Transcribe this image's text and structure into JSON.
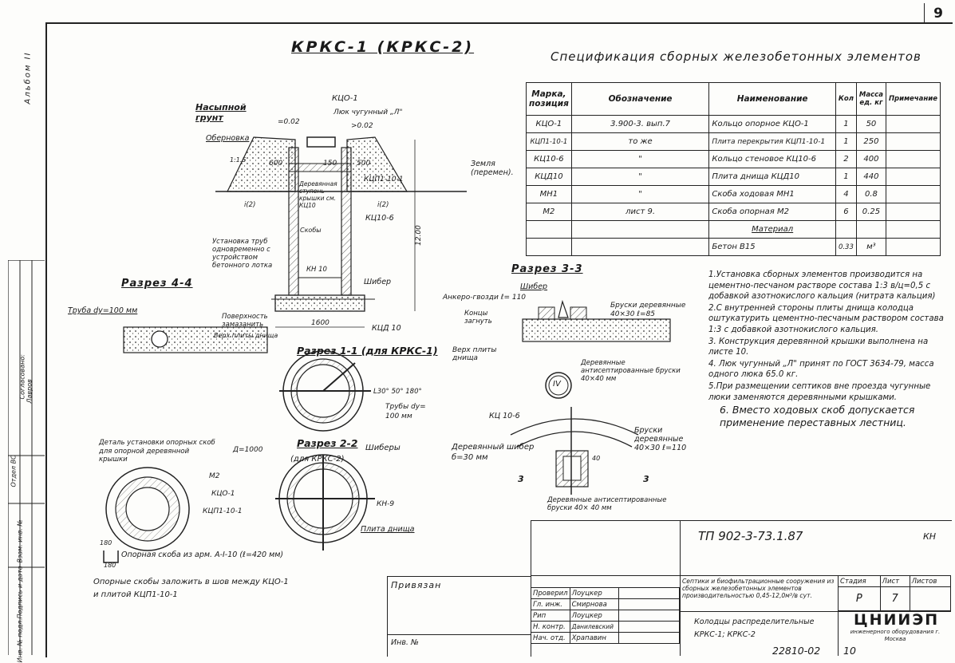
{
  "page_number": "9",
  "main_title": "КРКС-1 (КРКС-2)",
  "spec_title": "Спецификация сборных железобетонных элементов",
  "spec_table": {
    "headers": [
      "Марка, позиция",
      "Обозначение",
      "Наименование",
      "Кол",
      "Масса ед. кг",
      "Примечание"
    ],
    "rows": [
      [
        "КЦО-1",
        "3.900-3. вып.7",
        "Кольцо опорное   КЦО-1",
        "1",
        "50",
        ""
      ],
      [
        "КЦП1-10-1",
        "то же",
        "Плита перекрытия КЦП1-10-1",
        "1",
        "250",
        ""
      ],
      [
        "КЦ10-6",
        "\"",
        "Кольцо стеновое КЦ10-6",
        "2",
        "400",
        ""
      ],
      [
        "КЦД10",
        "\"",
        "Плита днища   КЦД10",
        "1",
        "440",
        ""
      ],
      [
        "МН1",
        "\"",
        "Скоба ходовая   МН1",
        "4",
        "0.8",
        ""
      ],
      [
        "М2",
        "лист 9.",
        "Скоба опорная   М2",
        "6",
        "0.25",
        ""
      ]
    ],
    "material_header": "Материал",
    "material_row": [
      "Бетон   В15",
      "0.33",
      "м³"
    ]
  },
  "notes": [
    "1.Установка сборных элементов производится на цементно-песчаном растворе состава 1:3 в/ц=0,5 с добавкой азотнокислого кальция (нитрата кальция)",
    "2.С внутренней стороны плиты днища колодца оштукатурить цементно-песчаным раствором состава 1:3 с добавкой азотнокислого кальция.",
    "3. Конструкция деревянной крышки выполнена на листе 10.",
    "4. Люк чугунный „Л\" принят по ГОСТ 3634-79, масса одного люка 65.0 кг.",
    "5.При размещении септиков вне проезда чугунные люки заменяются деревянными крышками.",
    "6. Вместо ходовых скоб допускается применение переставных лестниц."
  ],
  "drawing_labels": {
    "nasypnoy_grunt": "Насыпной грунт",
    "kco1": "КЦО-1",
    "luk": "Люк чугунный „Л\"",
    "obernovka": "Оберновка",
    "slope1": "=0.02",
    "slope2": ">0.02",
    "slope3": "1:1.5",
    "dim600": "600",
    "dim500": "500",
    "dim150": "150",
    "kcp": "КЦП1-10-1",
    "zemlya": "Земля (перемен).",
    "derev_stupeni": "Деревянная ступень крышки см. КЦ10",
    "kc106": "КЦ10-6",
    "skoby": "Скобы",
    "i2a": "i(2)",
    "i2b": "i(2)",
    "ustanovka": "Установка труб одновременно с устройством бетонного лотка",
    "kn10": "КН 10",
    "shiber": "Шибер",
    "dim1600": "1600",
    "kcd10": "КЦД 10",
    "dim1200": "12.00",
    "razrez44": "Разрез 4-4",
    "truba": "Труба dу=100 мм",
    "poverhnost": "Поверхность замазанить",
    "verh_plity": "Верх плиты днища",
    "razrez33": "Разрез 3-3",
    "ankera": "Анкеро-гвозди ℓ= 110",
    "koncy": "Концы загнуть",
    "bruski": "Бруски деревянные 40×30 ℓ=85",
    "verh_plity2": "Верх плиты днища",
    "antisept": "Деревянные антисептированные бруски 40×40 мм",
    "iv": "IV",
    "razrez11": "Разрез 1-1 (для КРКС-1)",
    "angles": "L30° 50° 180°",
    "truby": "Трубы dу= 100 мм",
    "detail_title": "Деталь установки опорных скоб для опорной деревянной крышки",
    "m2": "М2",
    "kco1b": "КЦО-1",
    "kcp2": "КЦП1-10-1",
    "d1000": "Д=1000",
    "razrez22": "Разрез 2-2",
    "for_krks2": "(для КРКС-2)",
    "shibery": "Шиберы",
    "kn9": "КН-9",
    "plita_dnishcha": "Плита днища",
    "kc106b": "КЦ 10-6",
    "derev_shiber": "Деревянный шибер б=30 мм",
    "bruski2": "Бруски деревянные 40×30 ℓ=110",
    "antisept2": "Деревянные антисептированные бруски 40× 40 мм",
    "opornaya_skoba": "Опорная скоба из арм. А-I-10 (ℓ=420 мм)",
    "note_bottom": "Опорные скобы заложить в шов между КЦО-1 и плитой КЦП1-10-1",
    "d180a": "180",
    "d180b": "180",
    "d40": "40",
    "d3a": "3",
    "d3b": "3"
  },
  "title_block": {
    "privyazan": "Привязан",
    "inv": "Инв. №",
    "doc_code": "ТП 902-3-73.1.87",
    "kn": "КН",
    "org_desc": "Септики и биофильтрационные сооружения из сборных железобетонных элементов производительностью 0,45-12,0м³/в сут.",
    "stadiya": "Стадия",
    "list": "Лист",
    "listov": "Листов",
    "stadiya_val": "Р",
    "list_val": "7",
    "sheet_title": "Колодцы распределительные КРКС-1; КРКС-2",
    "org": "ЦНИИЭП",
    "org_sub": "инженерного оборудования г. Москва",
    "roles": [
      [
        "Проверил",
        "Лоуцкер"
      ],
      [
        "Гл. инж.",
        "Смирнова"
      ],
      [
        "Рип",
        "Лоуцкер"
      ],
      [
        "Н. контр.",
        "Данилевский"
      ],
      [
        "Нач. отд.",
        "Храпавин"
      ]
    ],
    "archive": "22810-02",
    "archive_sheet": "10"
  },
  "side_stamp": {
    "album": "Альбом II",
    "soglasovano": "Согласовано:",
    "otdel": "Отдел ВС",
    "lavrov": "Лавров",
    "vzam": "Взам. инв. №",
    "podpis": "Подпись и дата",
    "inv_podl": "Инв. № подл."
  }
}
